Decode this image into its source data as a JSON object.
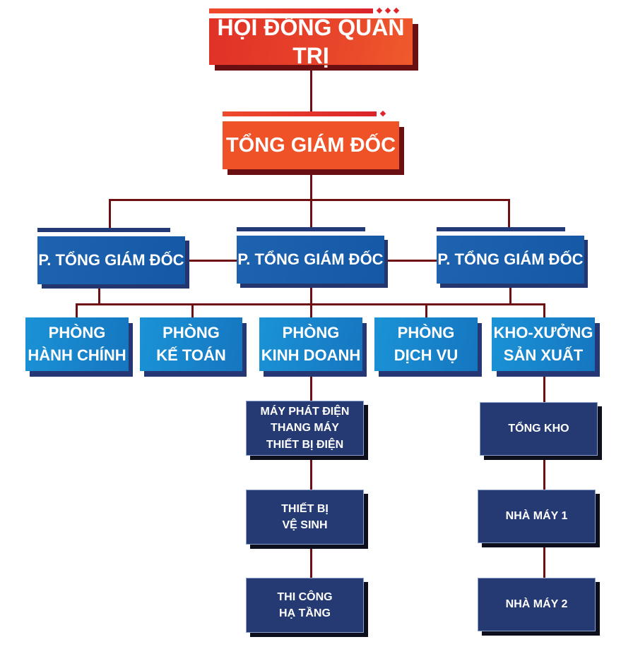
{
  "chart": {
    "title": "Sơ đồ tổ chức",
    "colors": {
      "connector": "#6e0f12",
      "board": "#e2352a",
      "ceo": "#ef5226",
      "deputy": "#1a5ea9",
      "department": "#1985cb",
      "unit": "#253a72"
    },
    "board": {
      "label": "HỘI ĐỒNG QUẢN TRỊ"
    },
    "ceo": {
      "label": "TỔNG GIÁM ĐỐC"
    },
    "deputies": [
      {
        "label": "P. TỔNG GIÁM ĐỐC"
      },
      {
        "label": "P. TỔNG GIÁM ĐỐC"
      },
      {
        "label": "P. TỔNG GIÁM ĐỐC"
      }
    ],
    "departments": [
      {
        "line1": "PHÒNG",
        "line2": "HÀNH CHÍNH"
      },
      {
        "line1": "PHÒNG",
        "line2": "KẾ TOÁN"
      },
      {
        "line1": "PHÒNG",
        "line2": "KINH DOANH"
      },
      {
        "line1": "PHÒNG",
        "line2": "DỊCH VỤ"
      },
      {
        "line1": "KHO-XƯỞNG",
        "line2": "SẢN XUẤT"
      }
    ],
    "sales_units": [
      {
        "lines": [
          "MÁY PHÁT ĐIỆN",
          "THANG MÁY",
          "THIẾT BỊ ĐIỆN"
        ]
      },
      {
        "lines": [
          "THIẾT BỊ",
          "VỆ SINH"
        ]
      },
      {
        "lines": [
          "THI CÔNG",
          "HẠ TẦNG"
        ]
      }
    ],
    "production_units": [
      {
        "lines": [
          "TỔNG KHO"
        ]
      },
      {
        "lines": [
          "NHÀ MÁY 1"
        ]
      },
      {
        "lines": [
          "NHÀ MÁY 2"
        ]
      }
    ]
  }
}
